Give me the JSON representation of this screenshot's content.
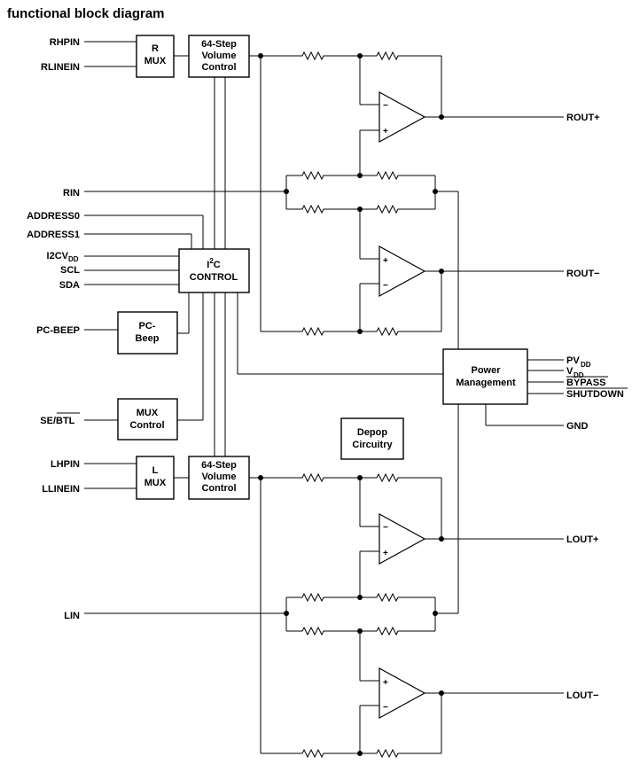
{
  "title": "functional block diagram",
  "inputs": {
    "rhpin": "RHPIN",
    "rlinein": "RLINEIN",
    "rin": "RIN",
    "address0": "ADDRESS0",
    "address1": "ADDRESS1",
    "i2cvdd_main": "I2CV",
    "i2cvdd_sub": "DD",
    "scl": "SCL",
    "sda": "SDA",
    "pc_beep": "PC-BEEP",
    "se_btl_prefix": "SE/",
    "se_btl_bar": "BTL",
    "lhpin": "LHPIN",
    "llinein": "LLINEIN",
    "lin": "LIN"
  },
  "outputs": {
    "rout_plus": "ROUT+",
    "rout_minus": "ROUT−",
    "lout_plus": "LOUT+",
    "lout_minus": "LOUT−",
    "pvdd_main": "PV",
    "pvdd_sub": "DD",
    "vdd_main": "V",
    "vdd_sub": "DD",
    "bypass": "BYPASS",
    "shutdown": "SHUTDOWN",
    "gnd": "GND"
  },
  "blocks": {
    "r_mux": [
      "R",
      "MUX"
    ],
    "l_mux": [
      "L",
      "MUX"
    ],
    "volume_top": [
      "64-Step",
      "Volume",
      "Control"
    ],
    "volume_bottom": [
      "64-Step",
      "Volume",
      "Control"
    ],
    "i2c_control": {
      "i": "I",
      "sup": "2",
      "c": "C",
      "line2": "CONTROL"
    },
    "pc_beep": [
      "PC-",
      "Beep"
    ],
    "mux_control": [
      "MUX",
      "Control"
    ],
    "power_management": [
      "Power",
      "Management"
    ],
    "depop": [
      "Depop",
      "Circuitry"
    ]
  },
  "opamp_signs": {
    "plus": "+",
    "minus": "−"
  }
}
